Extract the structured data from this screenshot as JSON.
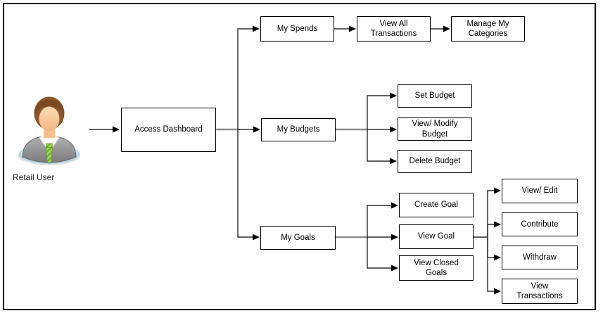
{
  "diagram": {
    "actor": {
      "label": "Retail User"
    },
    "nodes": {
      "access_dashboard": "Access Dashboard",
      "my_spends": "My Spends",
      "view_all_transactions": "View All\nTransactions",
      "manage_my_categories": "Manage My\nCategories",
      "my_budgets": "My Budgets",
      "set_budget": "Set Budget",
      "view_modify_budget": "View/ Modify\nBudget",
      "delete_budget": "Delete Budget",
      "my_goals": "My Goals",
      "create_goal": "Create Goal",
      "view_goal": "View Goal",
      "view_closed_goals": "View Closed\nGoals",
      "view_edit": "View/ Edit",
      "contribute": "Contribute",
      "withdraw": "Withdraw",
      "view_transactions": "View\nTransactions"
    },
    "edges": [
      [
        "retail_user",
        "access_dashboard"
      ],
      [
        "access_dashboard",
        "my_spends"
      ],
      [
        "access_dashboard",
        "my_budgets"
      ],
      [
        "access_dashboard",
        "my_goals"
      ],
      [
        "my_spends",
        "view_all_transactions"
      ],
      [
        "view_all_transactions",
        "manage_my_categories"
      ],
      [
        "my_budgets",
        "set_budget"
      ],
      [
        "my_budgets",
        "view_modify_budget"
      ],
      [
        "my_budgets",
        "delete_budget"
      ],
      [
        "my_goals",
        "create_goal"
      ],
      [
        "my_goals",
        "view_goal"
      ],
      [
        "my_goals",
        "view_closed_goals"
      ],
      [
        "view_goal",
        "view_edit"
      ],
      [
        "view_goal",
        "contribute"
      ],
      [
        "view_goal",
        "withdraw"
      ],
      [
        "view_goal",
        "view_transactions"
      ]
    ],
    "colors": {
      "box_border": "#000000",
      "connector_dark": "#2b2b2b",
      "connector_gray": "#8c8c8c",
      "actor_suit": "#8f8f8f",
      "actor_tie": "#74b62e",
      "actor_hair": "#8a572b",
      "actor_skin": "#fbd0a0",
      "actor_base": "#d9eaf5"
    }
  }
}
